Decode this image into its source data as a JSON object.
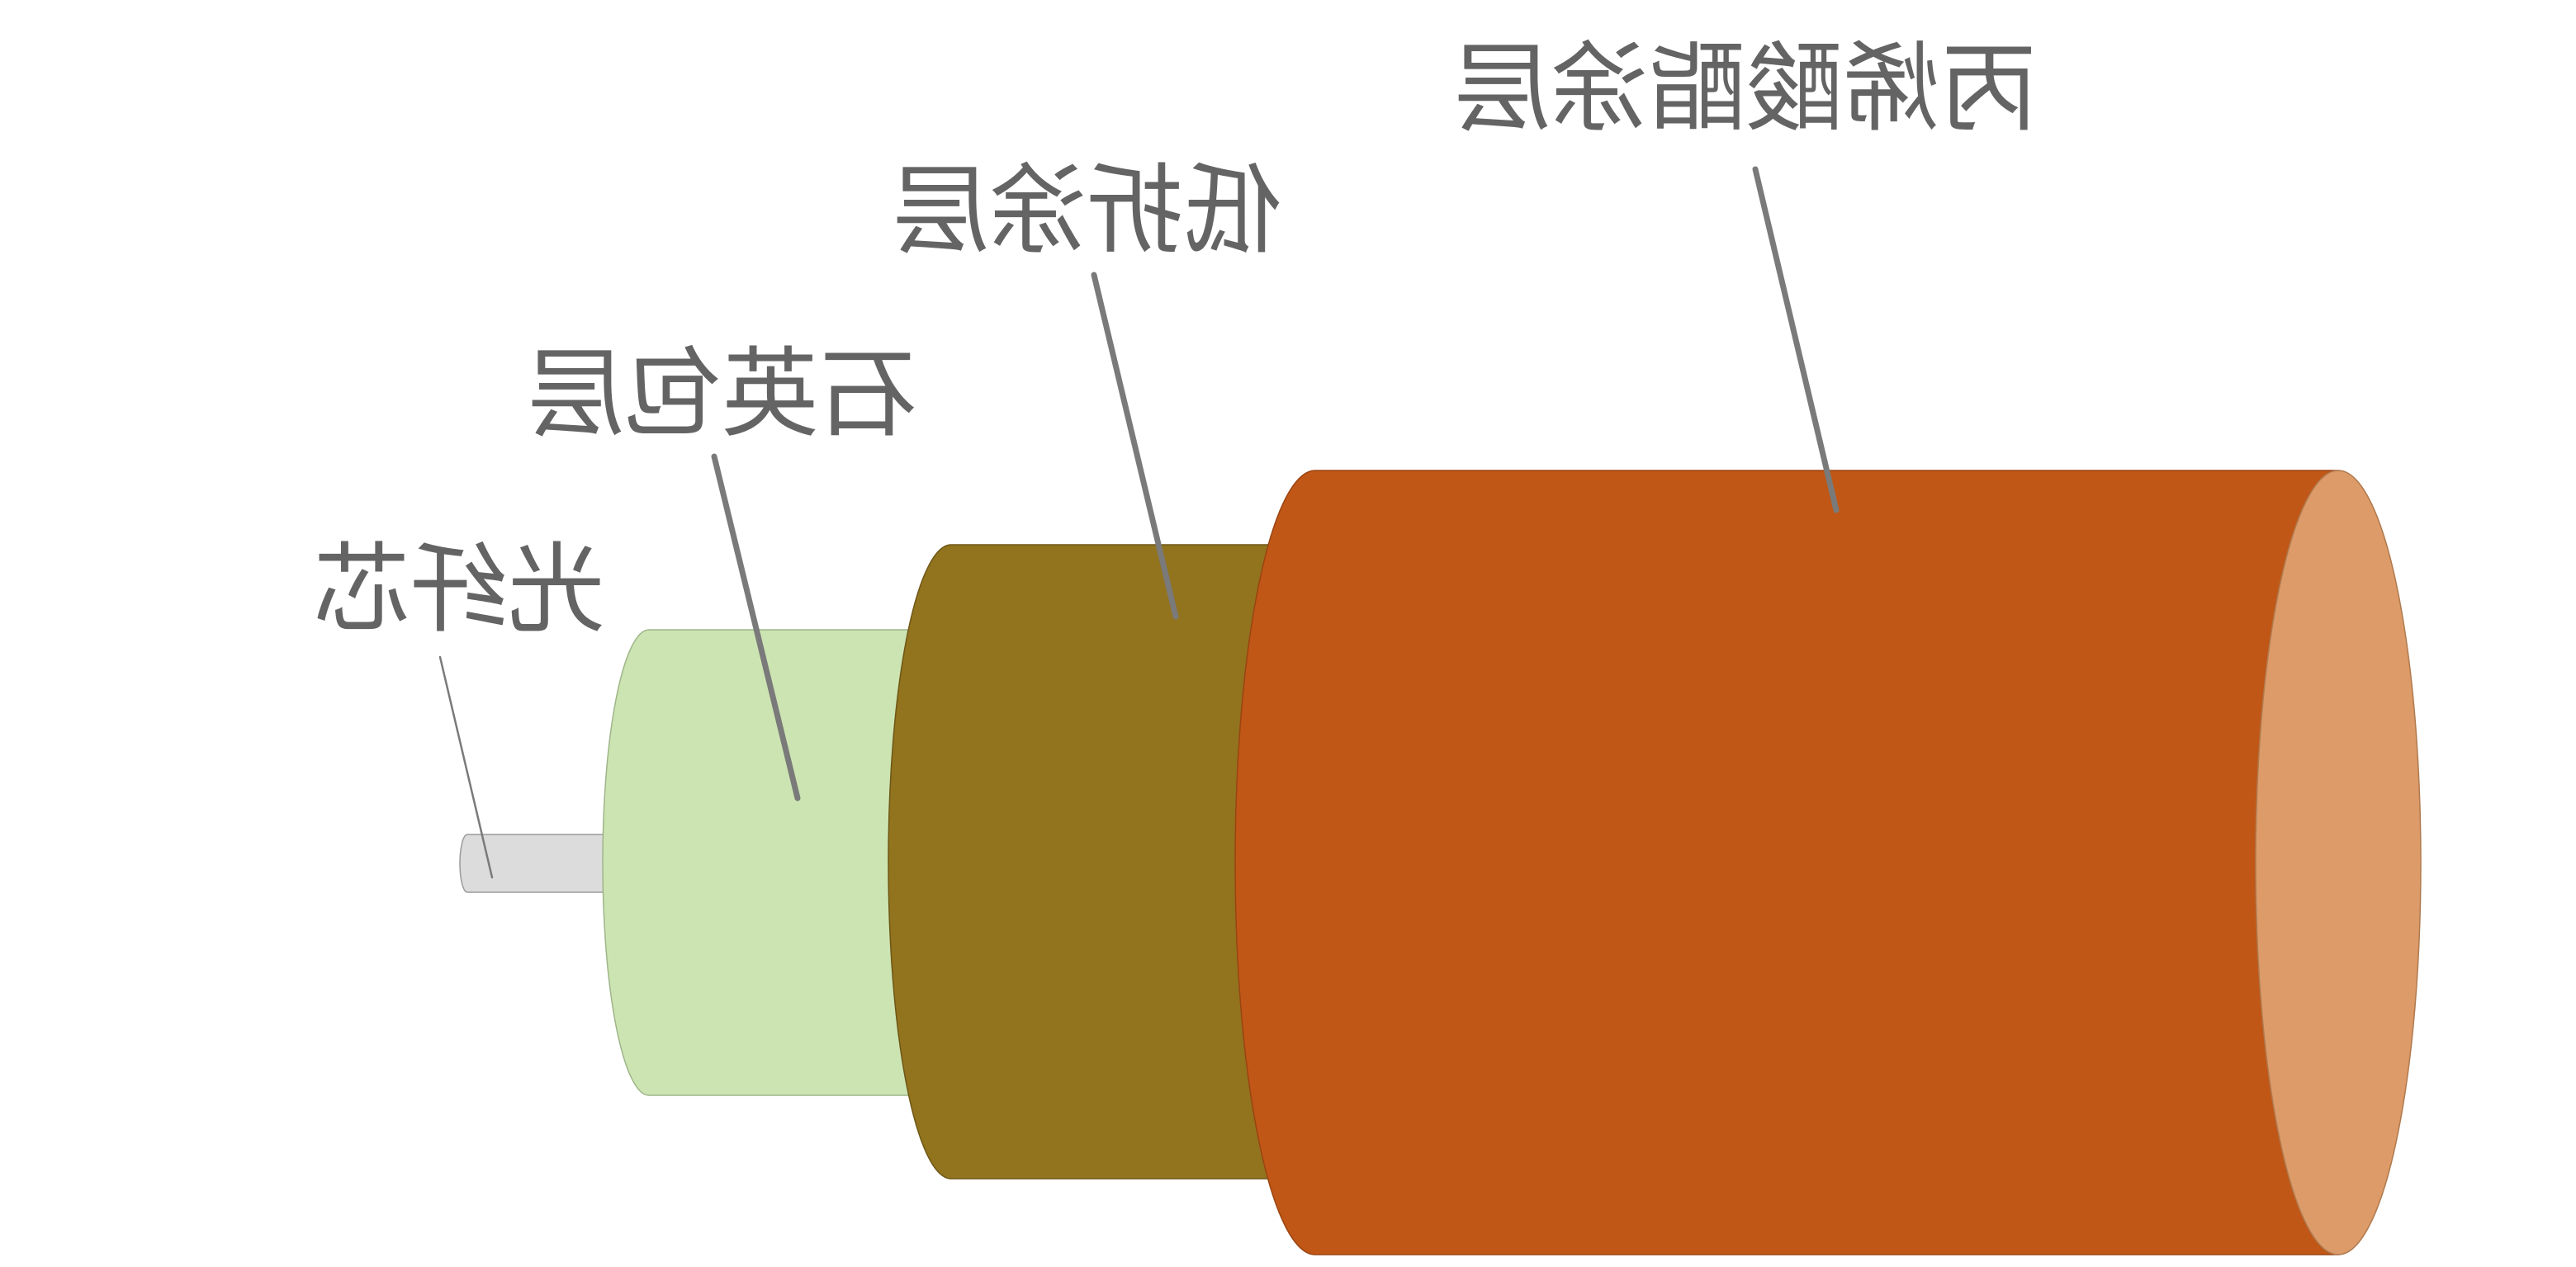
{
  "diagram": {
    "labels": {
      "core": "光纤芯",
      "cladding": "石英包层",
      "low_index_coating": "低折涂层",
      "acrylate_coating": "丙烯酸酯涂层"
    },
    "colors": {
      "core": "#dcdcdc",
      "cladding": "#cce4b2",
      "low_index_coating": "#92731e",
      "acrylate_coating": "#c05716",
      "acrylate_end_face": "#dc9b68",
      "leader_line": "#7a7a7a",
      "label_text": "#646464"
    }
  }
}
